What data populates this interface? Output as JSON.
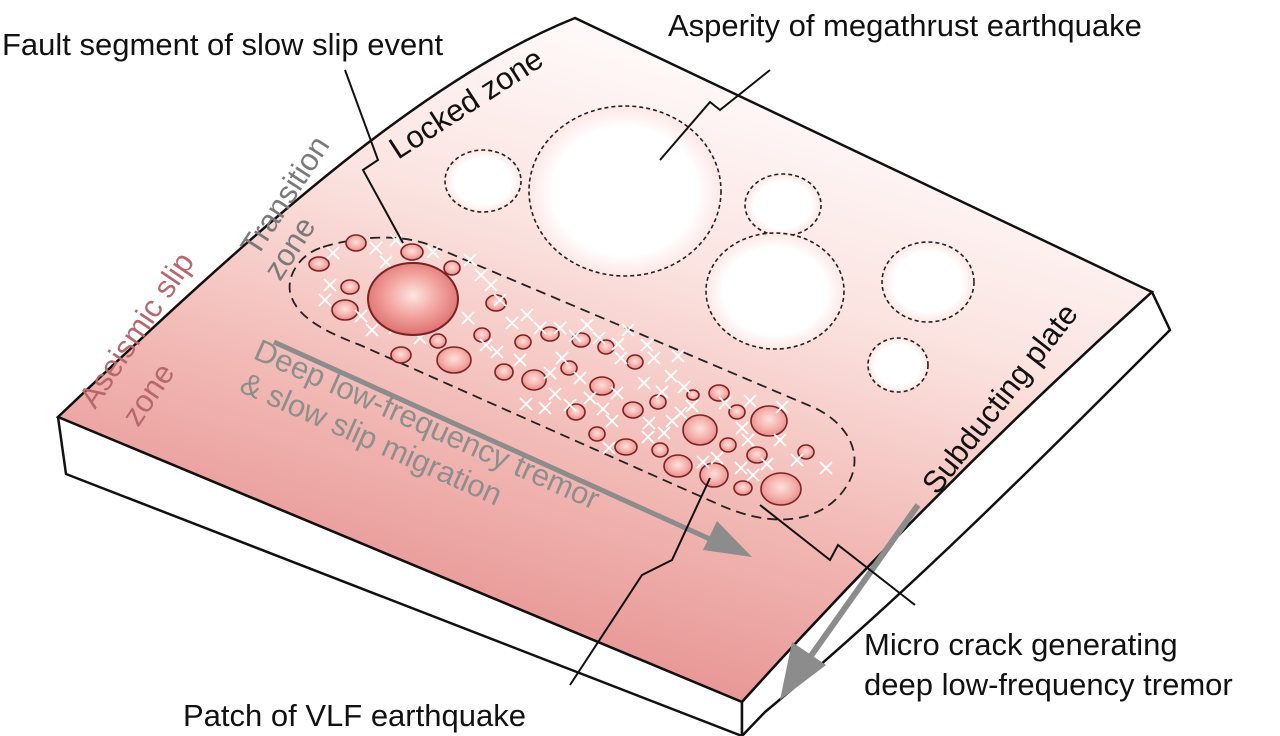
{
  "labels": {
    "fault_segment": "Fault segment of slow slip event",
    "asperity": "Asperity of megathrust earthquake",
    "locked_zone": "Locked zone",
    "transition_zone_1": "Transition",
    "transition_zone_2": "zone",
    "aseismic_1": "Aseismic slip",
    "aseismic_2": "zone",
    "migration_1": "Deep low-frequency  tremor",
    "migration_2": "& slow slip  migration",
    "subducting_plate": "Subducting plate",
    "micro_crack_1": "Micro crack generating",
    "micro_crack_2": "deep low-frequency tremor",
    "vlf_patch": "Patch of VLF earthquake"
  },
  "colors": {
    "surface_top": "#ffffff",
    "surface_mid": "#f6c9c5",
    "surface_deep": "#e48e8d",
    "patch_fill": "#f7b7b3",
    "patch_stroke": "#7a2323",
    "arrow_grey": "#8c8c8c",
    "crack_mark": "#ffffff",
    "outline": "#111111"
  }
}
